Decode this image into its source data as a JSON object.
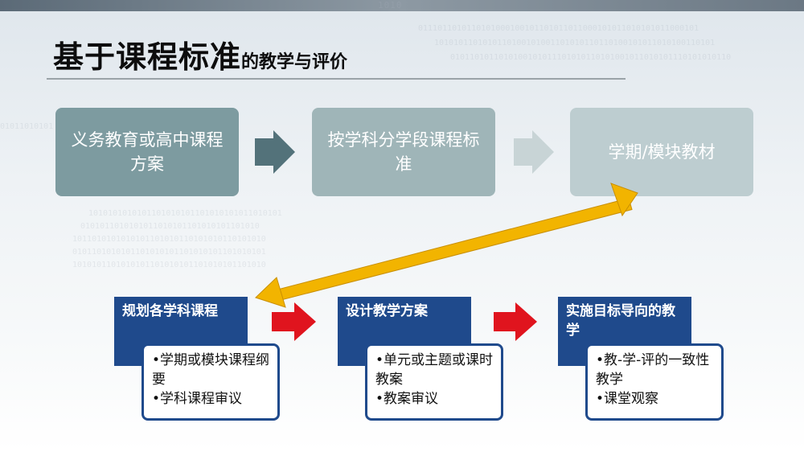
{
  "title": {
    "main": "基于课程标准",
    "sub": "的教学与评价"
  },
  "top_row": [
    {
      "text": "义务教育或高中课程方案"
    },
    {
      "text": "按学科分学段课程标准"
    },
    {
      "text": "学期/模块教材"
    }
  ],
  "bottom_row": [
    {
      "heading": "规划各学科课程",
      "bullets": [
        "•学期或模块课程纲要",
        "•学科课程审议"
      ]
    },
    {
      "heading": "设计教学方案",
      "bullets": [
        "•单元或主题或课时教案",
        "•教案审议"
      ]
    },
    {
      "heading": "实施目标导向的教学",
      "bullets": [
        "•教-学-评的一致性教学",
        "•课堂观察"
      ]
    }
  ],
  "background": {
    "digits": "1010"
  },
  "colors": {
    "top_box_1": "#7d9ba0",
    "top_box_2": "#9fb5b8",
    "top_box_3": "#bdcdd0",
    "navy": "#1f4a8c",
    "red_arrow": "#e0141e",
    "gold_arrow": "#f2b400"
  }
}
